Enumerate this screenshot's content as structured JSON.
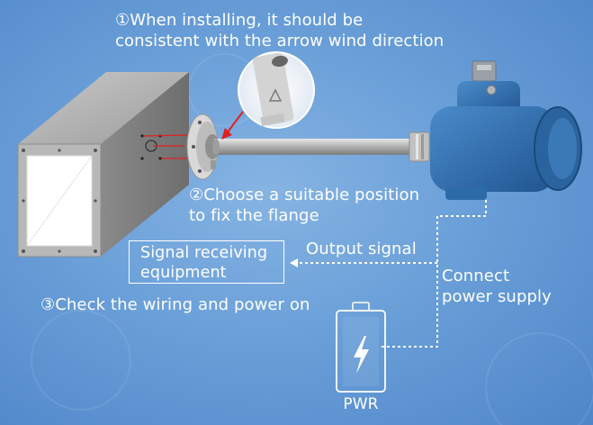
{
  "steps": {
    "step1": "①When installing, it should be\nconsistent with the arrow wind direction",
    "step2": "②Choose a suitable position\nto fix the flange",
    "step3": "③Check the wiring and power on"
  },
  "labels": {
    "output_signal": "Output signal",
    "signal_receiving": "Signal receiving\nequipment",
    "connect_power": "Connect\npower supply",
    "pwr": "PWR"
  },
  "icons": {
    "battery": "battery-icon",
    "lightning": "lightning-icon",
    "arrow": "arrow-left-icon",
    "duct": "duct-icon",
    "sensor": "sensor-probe-icon",
    "junction_box": "junction-box-icon",
    "zoom": "magnify-detail-icon"
  },
  "colors": {
    "background": "#6a9fd8",
    "text": "#ffffff",
    "housing": "#2d6aa8",
    "pointer": "#e02020"
  }
}
